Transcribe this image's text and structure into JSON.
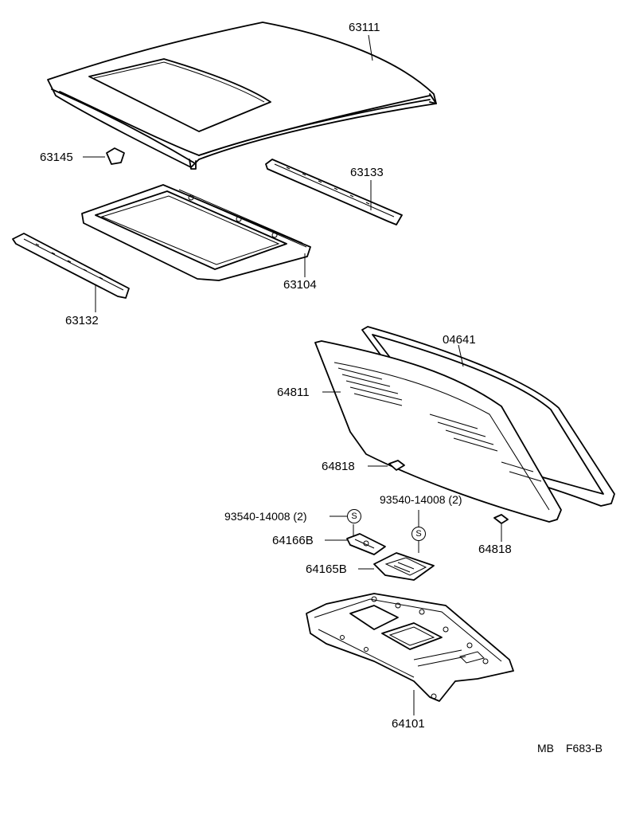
{
  "parts": {
    "roof_panel": "63111",
    "roof_bracket": "63145",
    "roof_rail_rear": "63133",
    "sunroof_reinforcement": "63104",
    "roof_rail_front": "63132",
    "weatherstrip": "04641",
    "back_window_glass": "64811",
    "spacer_upper": "64818",
    "screw_left": "93540-14008 (2)",
    "screw_right": "93540-14008 (2)",
    "screw_symbol": "S",
    "bracket_b": "64166B",
    "bracket_a": "64165B",
    "spacer_lower": "64818",
    "package_tray_panel": "64101"
  },
  "footer": {
    "code_left": "MB",
    "code_right": "F683-B"
  }
}
